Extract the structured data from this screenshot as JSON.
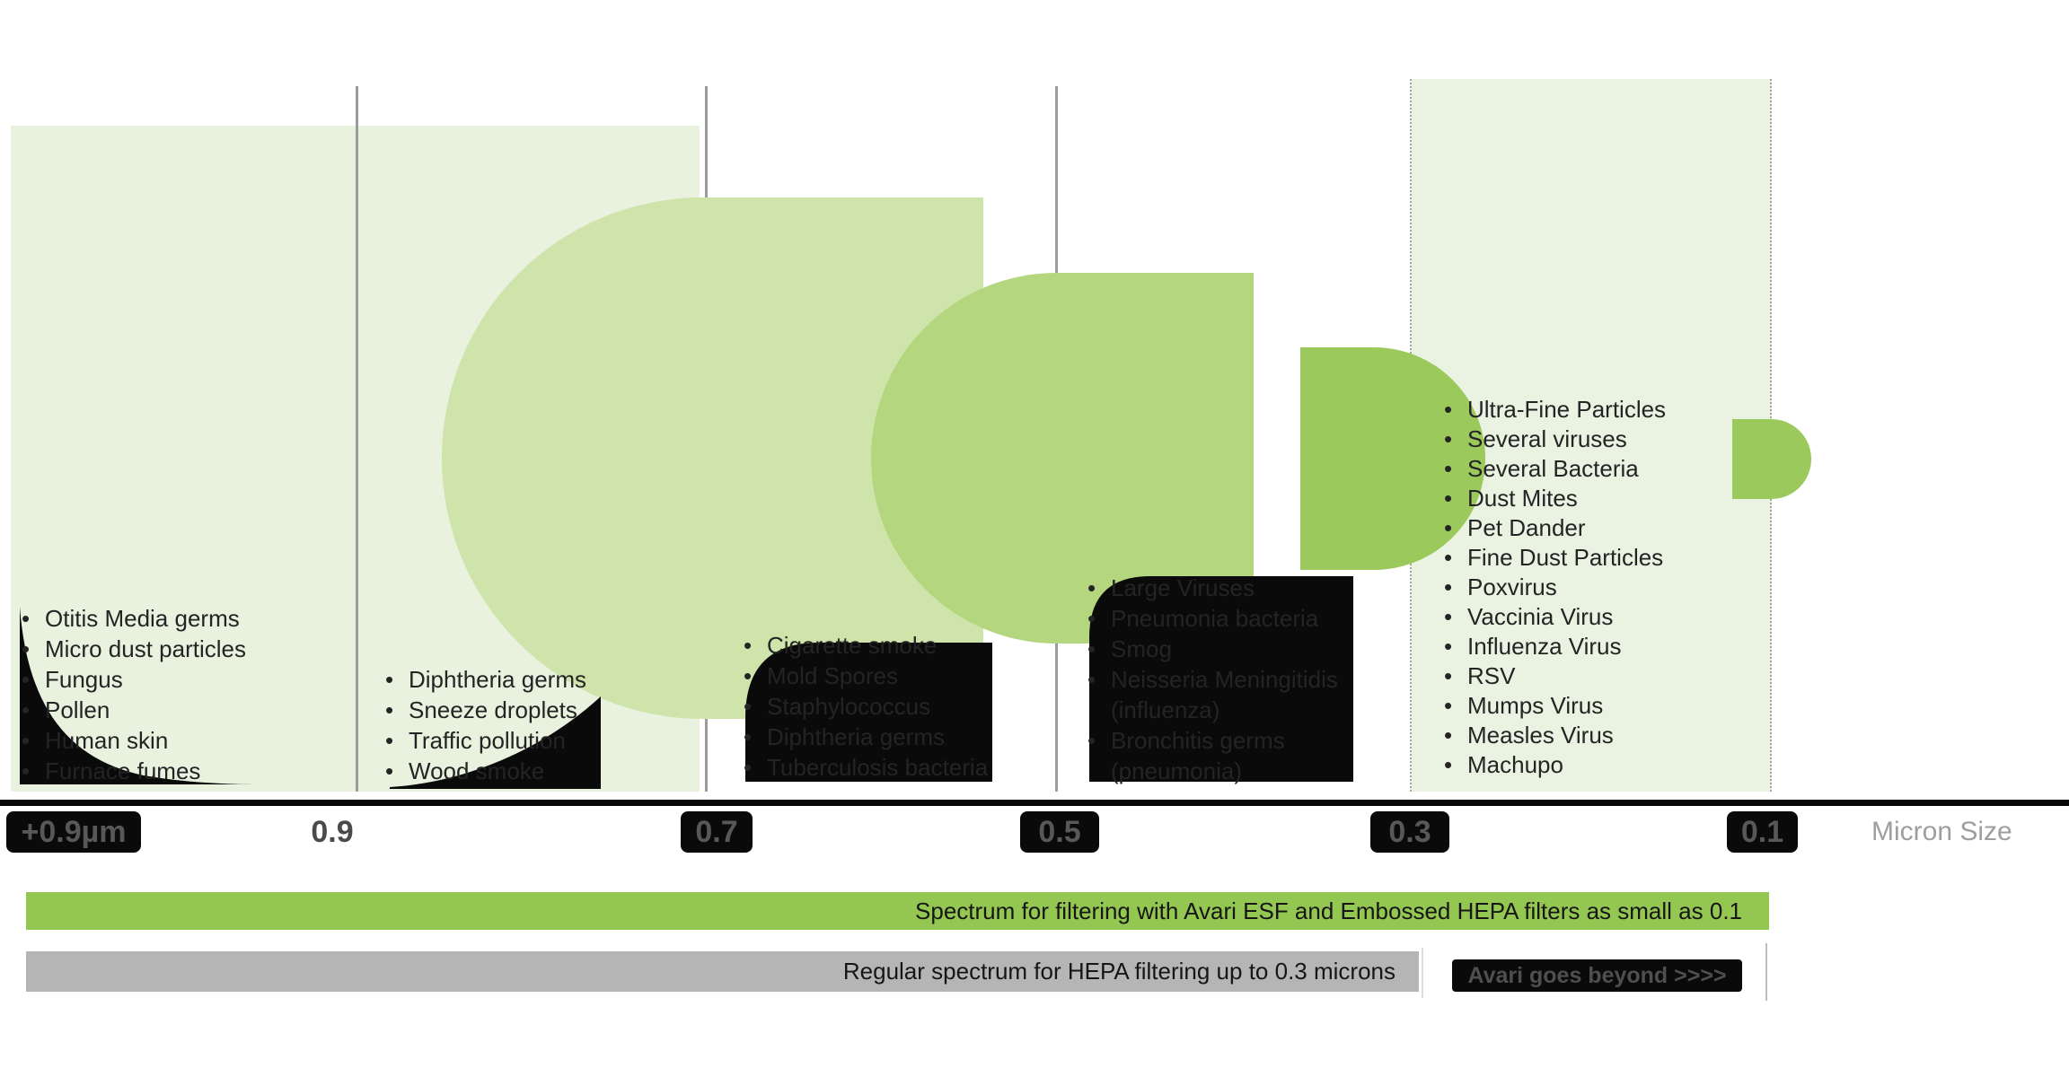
{
  "axis": {
    "ticks": [
      {
        "label": "+0.9µm",
        "badge": true
      },
      {
        "label": "0.9",
        "badge": false
      },
      {
        "label": "0.7",
        "badge": true
      },
      {
        "label": "0.5",
        "badge": true
      },
      {
        "label": "0.3",
        "badge": true
      },
      {
        "label": "0.1",
        "badge": true
      }
    ],
    "unit_label": "Micron Size"
  },
  "particle_lists": [
    {
      "range": "+0.9µm",
      "items": [
        {
          "t": "Otitis Media germs"
        },
        {
          "t": "Micro dust particles"
        },
        {
          "t": "Fungus"
        },
        {
          "t": "Pollen"
        },
        {
          "t": "Human skin"
        },
        {
          "t": "Furnace fumes"
        }
      ]
    },
    {
      "range": "0.9",
      "items": [
        {
          "t": "Diphtheria germs"
        },
        {
          "t": "Sneeze droplets"
        },
        {
          "t": "Traffic pollution"
        },
        {
          "t": "Wood smoke"
        }
      ]
    },
    {
      "range": "0.7",
      "items": [
        {
          "t": "Cigarette smoke"
        },
        {
          "t": "Mold Spores"
        },
        {
          "t": "Staphylococcus"
        },
        {
          "t": "Diphtheria germs"
        },
        {
          "t": "Tuberculosis bacteria"
        }
      ]
    },
    {
      "range": "0.5",
      "items": [
        {
          "t": "Large Viruses"
        },
        {
          "t": "Pneumonia bacteria"
        },
        {
          "t": "Smog"
        },
        {
          "t": "Neisseria Meningitidis"
        },
        {
          "t": "(influenza)",
          "cont": true
        },
        {
          "t": "Bronchitis germs"
        },
        {
          "t": "(pneumonia)",
          "cont": true
        }
      ]
    },
    {
      "range": "0.3–0.1",
      "items": [
        {
          "t": "Ultra-Fine Particles"
        },
        {
          "t": "Several viruses"
        },
        {
          "t": "Several Bacteria"
        },
        {
          "t": "Dust Mites"
        },
        {
          "t": "Pet Dander"
        },
        {
          "t": "Fine Dust Particles"
        },
        {
          "t": "Poxvirus"
        },
        {
          "t": "Vaccinia Virus"
        },
        {
          "t": "Influenza Virus"
        },
        {
          "t": "RSV"
        },
        {
          "t": "Mumps Virus"
        },
        {
          "t": "Measles Virus"
        },
        {
          "t": "Machupo"
        }
      ]
    }
  ],
  "legend": {
    "avari_bar": "Spectrum for filtering with Avari ESF and Embossed HEPA filters as small as 0.1",
    "hepa_bar": "Regular spectrum for HEPA filtering up to 0.3 microns",
    "beyond": "Avari goes beyond >>>>"
  },
  "colors": {
    "region_light_green": "#e9f2de",
    "region_fine_green": "#eaf3e1",
    "spectrum_green_07": "#cee4aa",
    "spectrum_green_05": "#b3d67e",
    "spectrum_green_03_01": "#9bc95c",
    "bar_green": "#94c751",
    "bar_gray": "#b5b5b5",
    "blob_black": "#0a0a0a"
  }
}
